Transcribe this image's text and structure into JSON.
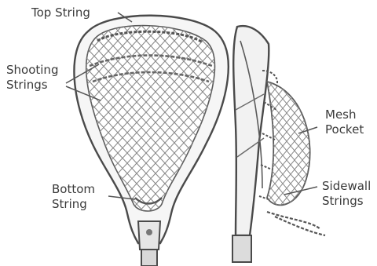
{
  "labels": {
    "top_string": "Top String",
    "shooting_strings": [
      "Shooting",
      "Strings"
    ],
    "bottom_string": [
      "Bottom",
      "String"
    ],
    "mesh_pocket": [
      "Mesh",
      "Pocket"
    ],
    "sidewall_strings": [
      "Sidewall",
      "Strings"
    ]
  },
  "colors": {
    "outline": "#4a4a4a",
    "mesh": "#8a8a8a",
    "label_text": "#3a3a3a",
    "background": "#ffffff"
  }
}
